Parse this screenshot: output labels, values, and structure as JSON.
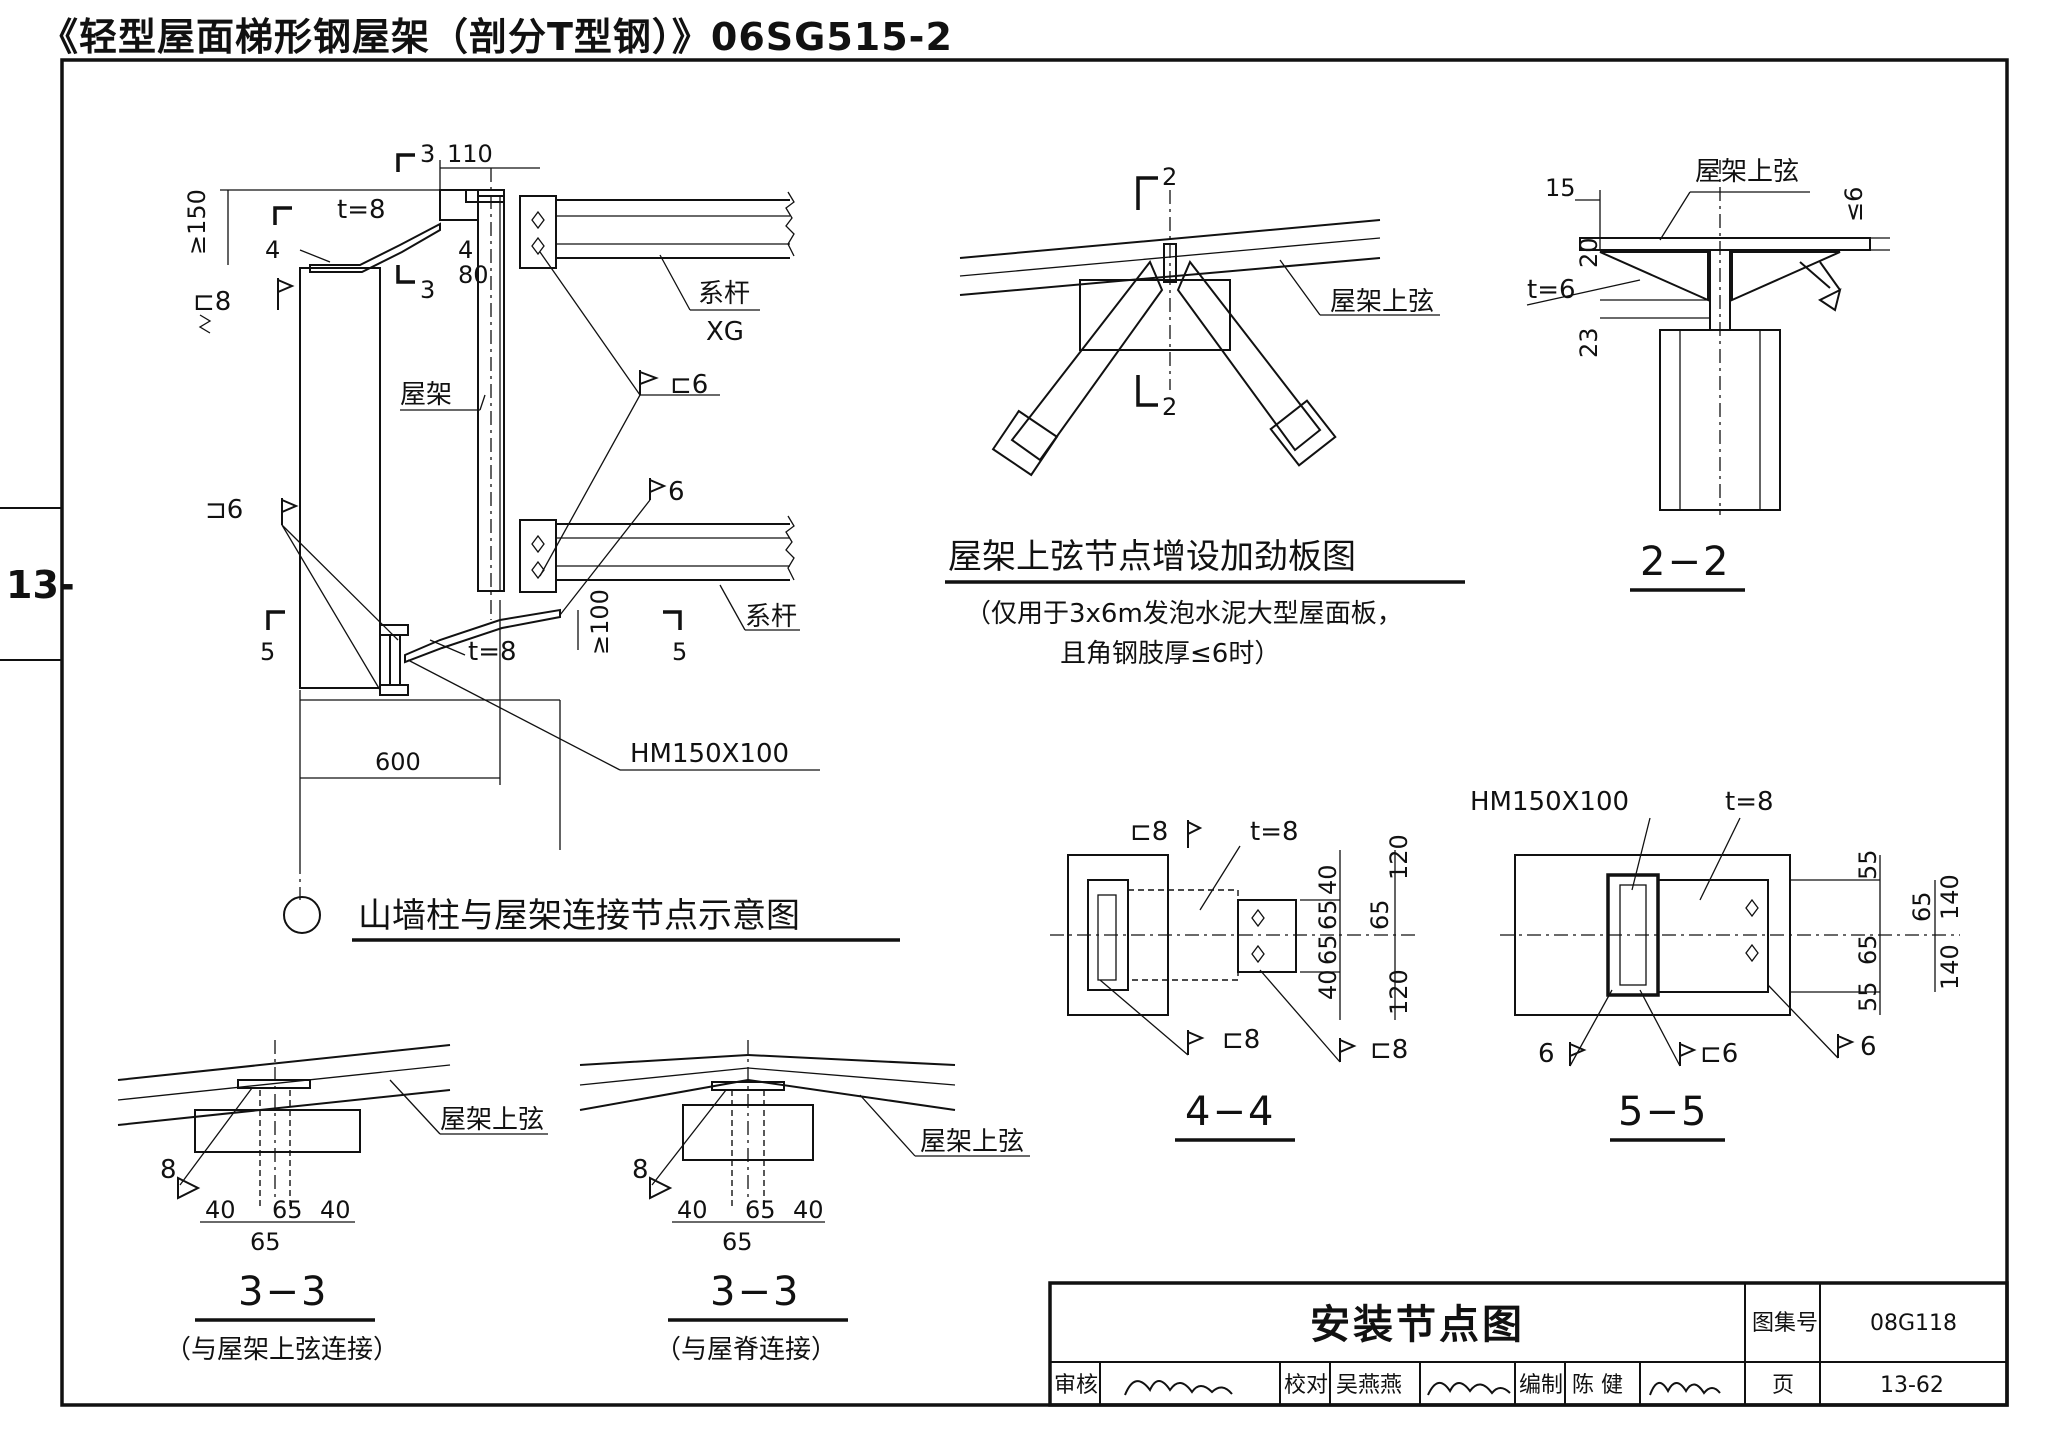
{
  "page_title": "《轻型屋面梯形钢屋架（剖分T型钢）》06SG515-2",
  "side_tab": "13-",
  "main_detail": {
    "caption": "山墙柱与屋架连接节点示意图",
    "dims": {
      "d110": "110",
      "d150": "≥150",
      "d80": "80",
      "d4a": "4",
      "d4b": "4",
      "d100": "≥100",
      "d600": "600"
    },
    "section_marks": {
      "s3a": "3",
      "s3b": "3",
      "s5a": "5",
      "s5b": "5"
    },
    "labels": {
      "t8_top": "t=8",
      "t8_bot": "t=8",
      "weld_c8": "⊏8",
      "weld_c6": "⊏6",
      "weld_6": "6",
      "weld_j6": "⊐6",
      "truss": "屋架",
      "tie_top": "系杆",
      "tie_top_code": "XG",
      "tie_bot": "系杆",
      "hm": "HM150X100"
    }
  },
  "stiffener_detail": {
    "caption": "屋架上弦节点增设加劲板图",
    "note_line1": "（仅用于3x6m发泡水泥大型屋面板，",
    "note_line2": "且角钢肢厚≤6时）",
    "chord_label": "屋架上弦",
    "mark_top": "2",
    "mark_bot": "2"
  },
  "section_22": {
    "title": "2−2",
    "chord_label": "屋架上弦",
    "d15": "15",
    "d20": "20",
    "d23": "23",
    "d6": "≤6",
    "t6": "t=6"
  },
  "section_44": {
    "title": "4−4",
    "weld_c8a": "⊏8",
    "weld_c8b": "⊏8",
    "weld_c8c": "⊏8",
    "t8": "t=8",
    "dims": [
      "120",
      "40",
      "65",
      "65",
      "65",
      "40",
      "120"
    ]
  },
  "section_55": {
    "title": "5−5",
    "hm": "HM150X100",
    "t8": "t=8",
    "weld_6a": "6",
    "weld_c6": "⊏6",
    "weld_6b": "6",
    "dims": [
      "55",
      "65",
      "140",
      "65",
      "140",
      "55"
    ]
  },
  "section_33a": {
    "title": "3−3",
    "subtitle": "（与屋架上弦连接）",
    "chord_label": "屋架上弦",
    "weld": "8",
    "dims": [
      "40",
      "65",
      "40",
      "65"
    ]
  },
  "section_33b": {
    "title": "3−3",
    "subtitle": "（与屋脊连接）",
    "chord_label": "屋架上弦",
    "weld": "8",
    "dims": [
      "40",
      "65",
      "40",
      "65"
    ]
  },
  "title_block": {
    "drawing_title": "安装节点图",
    "atlas_no_label": "图集号",
    "atlas_no": "08G118",
    "page_label": "页",
    "page_no": "13-62",
    "review_label": "审核",
    "check_label": "校对",
    "checker": "吴燕燕",
    "compile_label": "编制",
    "compiler": "陈 健"
  }
}
